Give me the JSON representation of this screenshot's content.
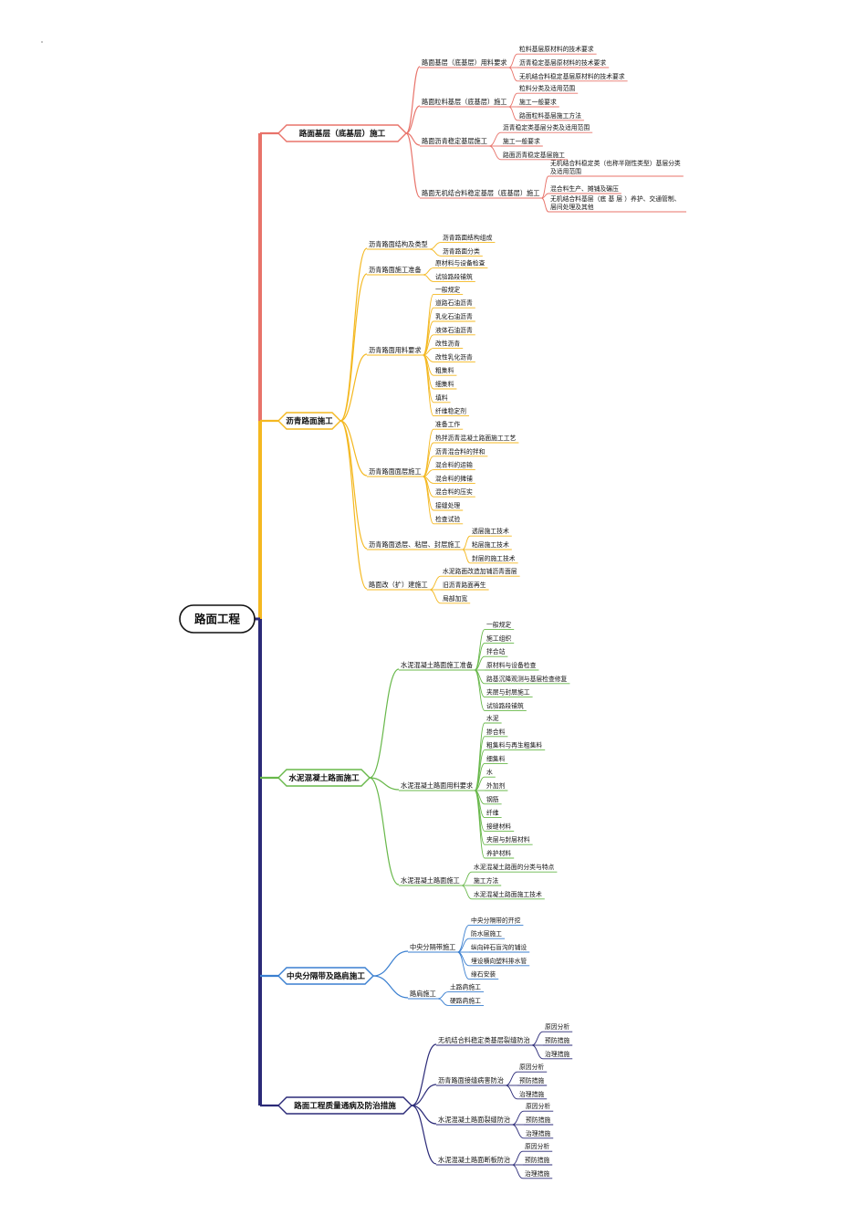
{
  "root": {
    "label": "路面工程"
  },
  "branches": [
    {
      "id": "b1",
      "label": "路面基层（底基层）施工",
      "color": "#e8736a",
      "children": [
        {
          "label": "路面基层（底基层）用料要求",
          "children": [
            "粒料基层原材料的技术要求",
            "沥青稳定基层原材料的技术要求",
            "无机结合料稳定基层原材料的技术要求"
          ]
        },
        {
          "label": "路面粒料基层（底基层）施工",
          "children": [
            "粒料分类及适用范围",
            "施工一般要求",
            "路面粒料基层施工方法"
          ]
        },
        {
          "label": "路面沥青稳定基层施工",
          "children": [
            "沥青稳定类基层分类及适用范围",
            "施工一般要求",
            "路面沥青稳定基层施工"
          ]
        },
        {
          "label": "路面无机结合料稳定基层（底基层）施工",
          "children": [
            {
              "lines": [
                "无机结合料稳定类（也称半刚性类型）基层分类",
                "及适用范围"
              ]
            },
            {
              "lines": [
                "混合料生产、摊铺及碾压"
              ]
            },
            {
              "lines": [
                "无机结合料基层（底 基 层 ）养护、交通管制、",
                "层间处理及其他"
              ]
            }
          ]
        }
      ]
    },
    {
      "id": "b2",
      "label": "沥青路面施工",
      "color": "#f4b820",
      "children": [
        {
          "label": "沥青路面结构及类型",
          "children": [
            "沥青路面结构组成",
            "沥青路面分类"
          ]
        },
        {
          "label": "沥青路面施工准备",
          "children": [
            "原材料与设备检查",
            "试验路段铺筑"
          ]
        },
        {
          "label": "沥青路面用料要求",
          "children": [
            "一般规定",
            "道路石油沥青",
            "乳化石油沥青",
            "液体石油沥青",
            "改性沥青",
            "改性乳化沥青",
            "粗集料",
            "细集料",
            "填料",
            "纤维稳定剂"
          ]
        },
        {
          "label": "沥青路面面层施工",
          "children": [
            "准备工作",
            "热拌沥青混凝土路面施工工艺",
            "沥青混合料的拌和",
            "混合料的运输",
            "混合料的摊铺",
            "混合料的压实",
            "接缝处理",
            "检查试验"
          ]
        },
        {
          "label": "沥青路面透层、粘层、封层施工",
          "children": [
            "透层施工技术",
            "粘层施工技术",
            "封层的施工技术"
          ]
        },
        {
          "label": "路面改（扩）建施工",
          "children": [
            "水泥路面改造加铺沥青面层",
            "旧沥青路面再生",
            "局部加宽"
          ]
        }
      ]
    },
    {
      "id": "b3",
      "label": "水泥混凝土路面施工",
      "color": "#68b84a",
      "children": [
        {
          "label": "水泥混凝土路面施工准备",
          "children": [
            "一般规定",
            "施工组织",
            "拌合站",
            "原材料与设备检查",
            "路基沉降观测与基层检查修复",
            "夹层与封层施工",
            "试验路段铺筑"
          ]
        },
        {
          "label": "水泥混凝土路面用料要求",
          "children": [
            "水泥",
            "掺合料",
            "粗集料与再生粗集料",
            "细集料",
            "水",
            "外加剂",
            "钢筋",
            "纤维",
            "接缝材料",
            "夹层与封层材料",
            "养护材料"
          ]
        },
        {
          "label": "水泥混凝土路面施工",
          "children": [
            "水泥混凝土路面的分类与特点",
            "施工方法",
            "水泥混凝土路面施工技术"
          ]
        }
      ]
    },
    {
      "id": "b4",
      "label": "中央分隔带及路肩施工",
      "color": "#3a7fd0",
      "children": [
        {
          "label": "中央分隔带施工",
          "children": [
            "中央分隔带的开挖",
            "防水层施工",
            "纵向碎石盲沟的铺设",
            "埋设横向塑料排水管",
            "缘石安装"
          ]
        },
        {
          "label": "路肩施工",
          "children": [
            "土路肩施工",
            "硬路肩施工"
          ]
        }
      ]
    },
    {
      "id": "b5",
      "label": "路面工程质量通病及防治措施",
      "color": "#2b2a78",
      "children": [
        {
          "label": "无机结合料稳定类基层裂缝防治",
          "children": [
            "原因分析",
            "预防措施",
            "治理措施"
          ]
        },
        {
          "label": "沥青路面接缝病害防治",
          "children": [
            "原因分析",
            "预防措施",
            "治理措施"
          ]
        },
        {
          "label": "水泥混凝土路面裂缝防治",
          "children": [
            "原因分析",
            "预防措施",
            "治理措施"
          ]
        },
        {
          "label": "水泥混凝土路面断板防治",
          "children": [
            "原因分析",
            "预防措施",
            "治理措施"
          ]
        }
      ]
    }
  ]
}
